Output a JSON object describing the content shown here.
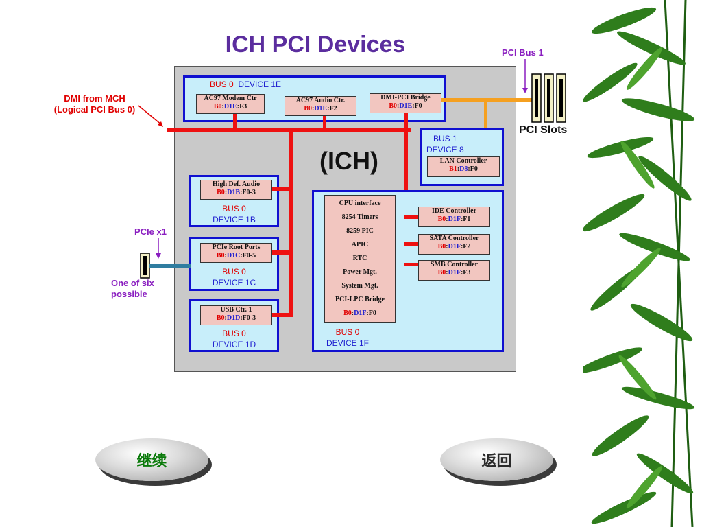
{
  "title": "ICH PCI Devices",
  "ich_label": "(ICH)",
  "dmi_note": {
    "line1": "DMI from MCH",
    "line2": "(Logical PCI Bus 0)"
  },
  "pci_bus1_note": "PCI Bus 1",
  "pci_slots_label": "PCI Slots",
  "pcie_note": "PCIe x1",
  "one_of_six": {
    "line1": "One of six",
    "line2": "possible"
  },
  "bus0_dev1e": {
    "bus": "BUS 0",
    "device": "DEVICE 1E",
    "devices": [
      {
        "name": "AC97 Modem Ctr",
        "b": "B0",
        "d": "D1E",
        "f": "F3"
      },
      {
        "name": "AC97 Audio Ctr.",
        "b": "B0",
        "d": "D1E",
        "f": "F2"
      },
      {
        "name": "DMI-PCI Bridge",
        "b": "B0",
        "d": "D1E",
        "f": "F0"
      }
    ]
  },
  "bus1_dev8": {
    "bus": "BUS 1",
    "device": "DEVICE 8",
    "dev": {
      "name": "LAN Controller",
      "b": "B1",
      "d": "D8",
      "f": "F0"
    }
  },
  "dev1b": {
    "bus": "BUS 0",
    "device": "DEVICE 1B",
    "dev": {
      "name": "High Def. Audio",
      "b": "B0",
      "d": "D1B",
      "f": "F0-3"
    }
  },
  "dev1c": {
    "bus": "BUS 0",
    "device": "DEVICE 1C",
    "dev": {
      "name": "PCIe Root Ports",
      "b": "B0",
      "d": "D1C",
      "f": "F0-5"
    }
  },
  "dev1d": {
    "bus": "BUS 0",
    "device": "DEVICE 1D",
    "dev": {
      "name": "USB Ctr. 1",
      "b": "B0",
      "d": "D1D",
      "f": "F0-3"
    }
  },
  "dev1f": {
    "bus": "BUS 0",
    "device": "DEVICE 1F",
    "cpu_items": [
      "CPU interface",
      "8254 Timers",
      "8259 PIC",
      "APIC",
      "RTC",
      "Power Mgt.",
      "System Mgt.",
      "PCI-LPC Bridge"
    ],
    "cpu_addr": {
      "b": "B0",
      "d": "D1F",
      "f": "F0"
    },
    "side": [
      {
        "name": "IDE Controller",
        "b": "B0",
        "d": "D1F",
        "f": "F1"
      },
      {
        "name": "SATA Controller",
        "b": "B0",
        "d": "D1F",
        "f": "F2"
      },
      {
        "name": "SMB Controller",
        "b": "B0",
        "d": "D1F",
        "f": "F3"
      }
    ]
  },
  "buttons": {
    "continue": "继续",
    "back": "返回"
  },
  "colors": {
    "title": "#5b2d9e",
    "bus_red": "#ee1111",
    "bus_orange": "#f5a020",
    "box_blue": "#1010d0",
    "box_fill": "#c8eefa"
  }
}
